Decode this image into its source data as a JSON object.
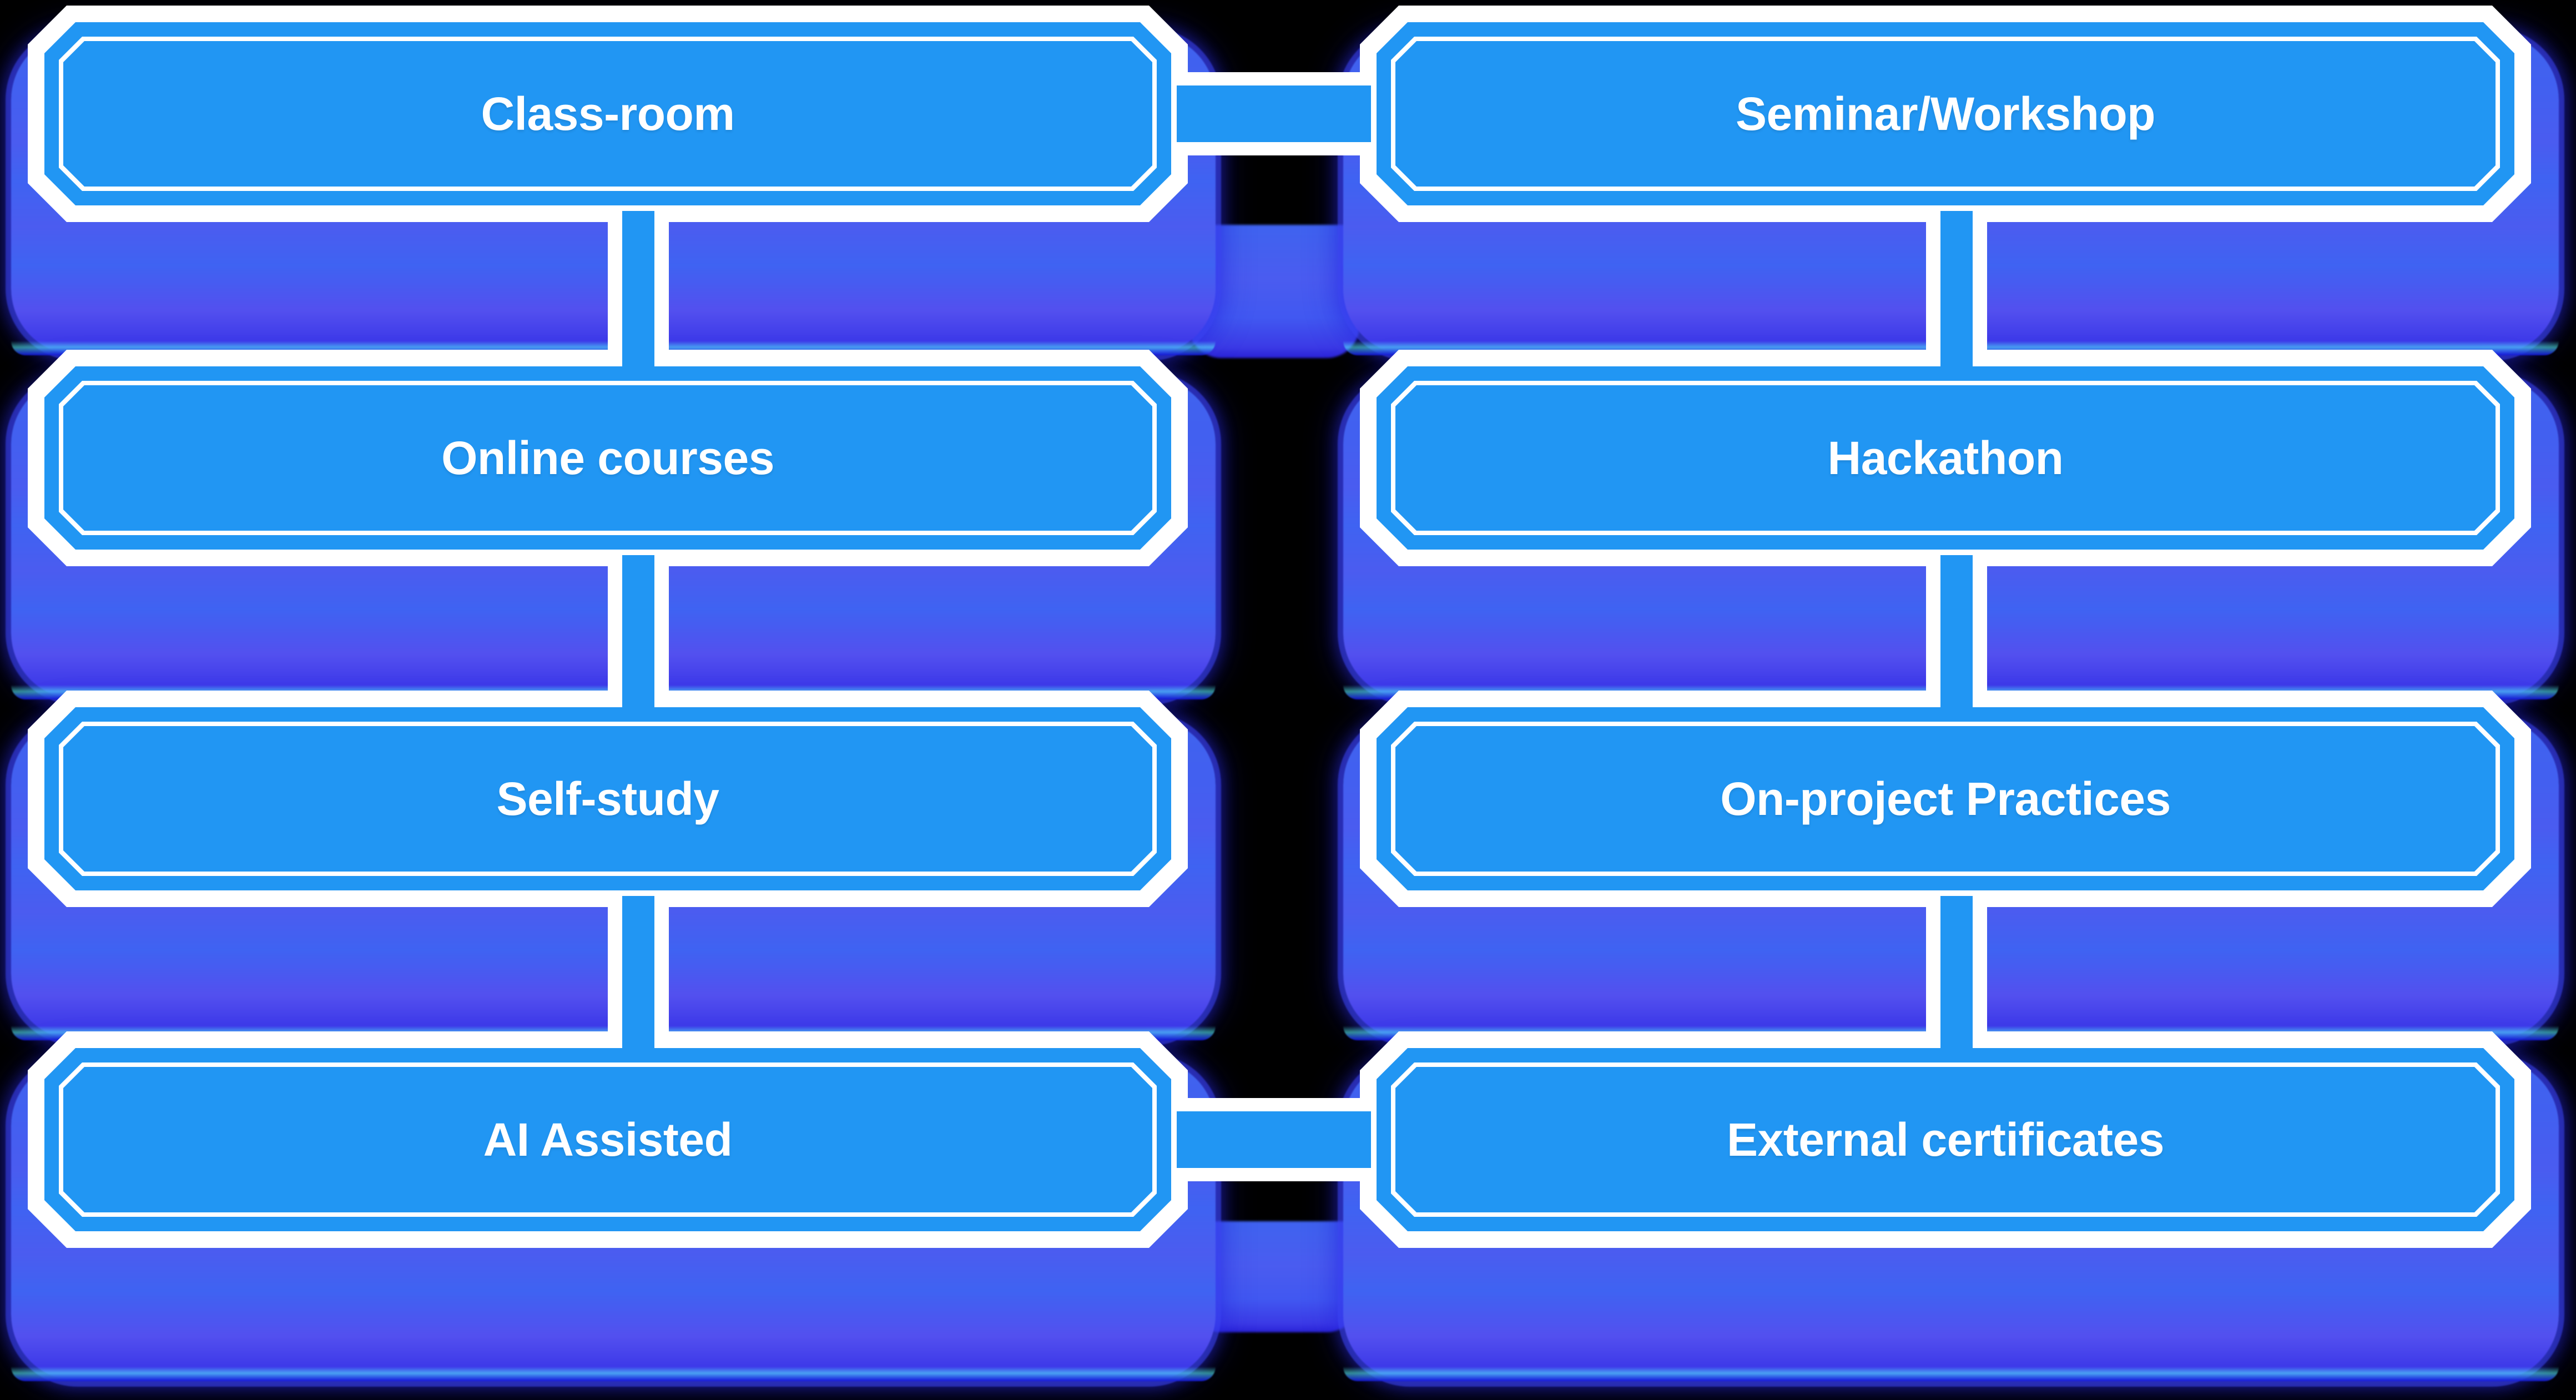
{
  "diagram": {
    "type": "two-column-linked-node-diagram",
    "title_text": "",
    "colors": {
      "node_fill": "#2196f3",
      "node_outline": "#ffffff",
      "node_label": "#ffffff",
      "shadow": "#4258ef",
      "background": "#000000",
      "connector": "#2196f3"
    },
    "columns": [
      {
        "name": "left-column",
        "nodes": [
          {
            "id": "class-room",
            "label": "Class-room"
          },
          {
            "id": "online-courses",
            "label": "Online courses"
          },
          {
            "id": "self-study",
            "label": "Self-study"
          },
          {
            "id": "ai-assisted",
            "label": "AI Assisted"
          }
        ]
      },
      {
        "name": "right-column",
        "nodes": [
          {
            "id": "seminar-workshop",
            "label": "Seminar/Workshop"
          },
          {
            "id": "hackathon",
            "label": "Hackathon"
          },
          {
            "id": "on-project-practices",
            "label": "On-project Practices"
          },
          {
            "id": "external-certificates",
            "label": "External certificates"
          }
        ]
      }
    ],
    "connectors": {
      "vertical_left": [
        "class-room→online-courses",
        "online-courses→self-study",
        "self-study→ai-assisted"
      ],
      "vertical_right": [
        "seminar-workshop→hackathon",
        "hackathon→on-project-practices",
        "on-project-practices→external-certificates"
      ],
      "horizontal": [
        "class-room↔seminar-workshop",
        "ai-assisted↔external-certificates"
      ]
    }
  }
}
